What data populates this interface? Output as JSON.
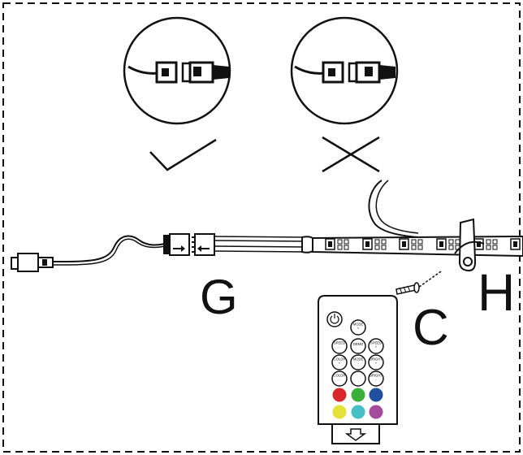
{
  "labels": {
    "connector_strip": "G",
    "screw": "C",
    "clip": "H"
  },
  "indicators": {
    "correct_mark": "check-icon",
    "incorrect_mark": "cross-icon"
  },
  "remote": {
    "rows": [
      [
        {
          "text": "MODE +",
          "type": "text"
        }
      ],
      [
        {
          "text": "SPEED -",
          "type": "text"
        },
        {
          "text": "DEMO",
          "type": "text"
        },
        {
          "text": "SPEED +",
          "type": "text"
        }
      ],
      [
        {
          "text": "COLOR +",
          "type": "text"
        },
        {
          "text": "MODE -",
          "type": "text"
        },
        {
          "text": "BRIGHT +",
          "type": "text"
        }
      ],
      [
        {
          "text": "COLOR -",
          "type": "text"
        },
        {
          "text": "",
          "type": "text"
        },
        {
          "text": "BRIGHT -",
          "type": "text"
        }
      ]
    ],
    "color_buttons": [
      "#d9262a",
      "#3cae3a",
      "#1f4f9e",
      "#e6e03a",
      "#45c0c6",
      "#a64a9b"
    ]
  }
}
